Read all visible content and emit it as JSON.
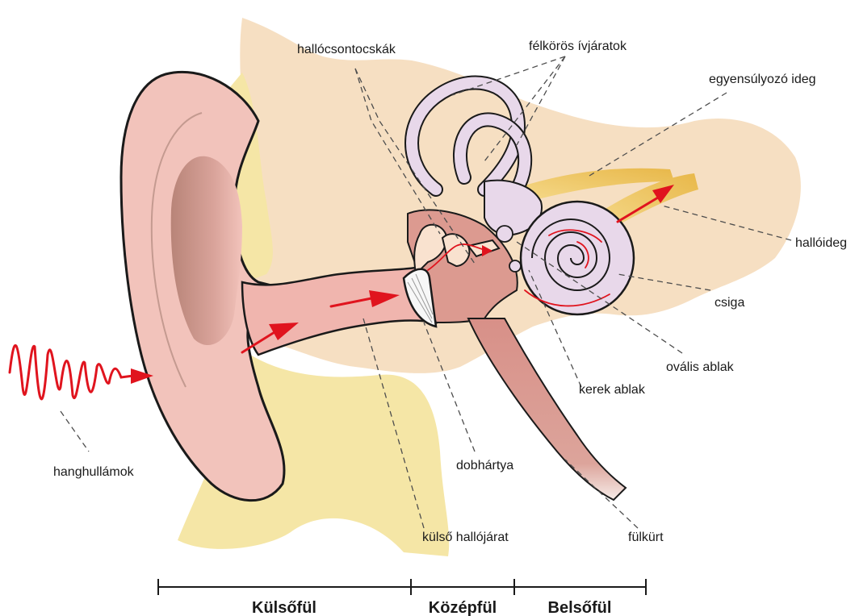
{
  "labels": {
    "hallocsontocskak": "hallócsontocskák",
    "felkoros_ivjaratok": "félkörös ívjáratok",
    "egyensulyozo_ideg": "egyensúlyozó ideg",
    "halloideg": "hallóideg",
    "csiga": "csiga",
    "ovalis_ablak": "ovális ablak",
    "kerek_ablak": "kerek ablak",
    "dobhartya": "dobhártya",
    "hanghullamok": "hanghullámok",
    "kulso_hallojarat": "külső hallójárat",
    "fulkurt": "fülkürt"
  },
  "sections": {
    "kulsoful": "Külsőfül",
    "kozepful": "Középfül",
    "belsoful": "Belsőfül"
  },
  "colors": {
    "bone": "#f6dfc2",
    "cartilage": "#f5e6a6",
    "skin": "#f2c3bb",
    "canal": "#f0b5ae",
    "labyrinth": "#e8d8ea",
    "tube": "#dc9a90",
    "nerve": "#e8b84a",
    "arrow": "#e0141e"
  }
}
